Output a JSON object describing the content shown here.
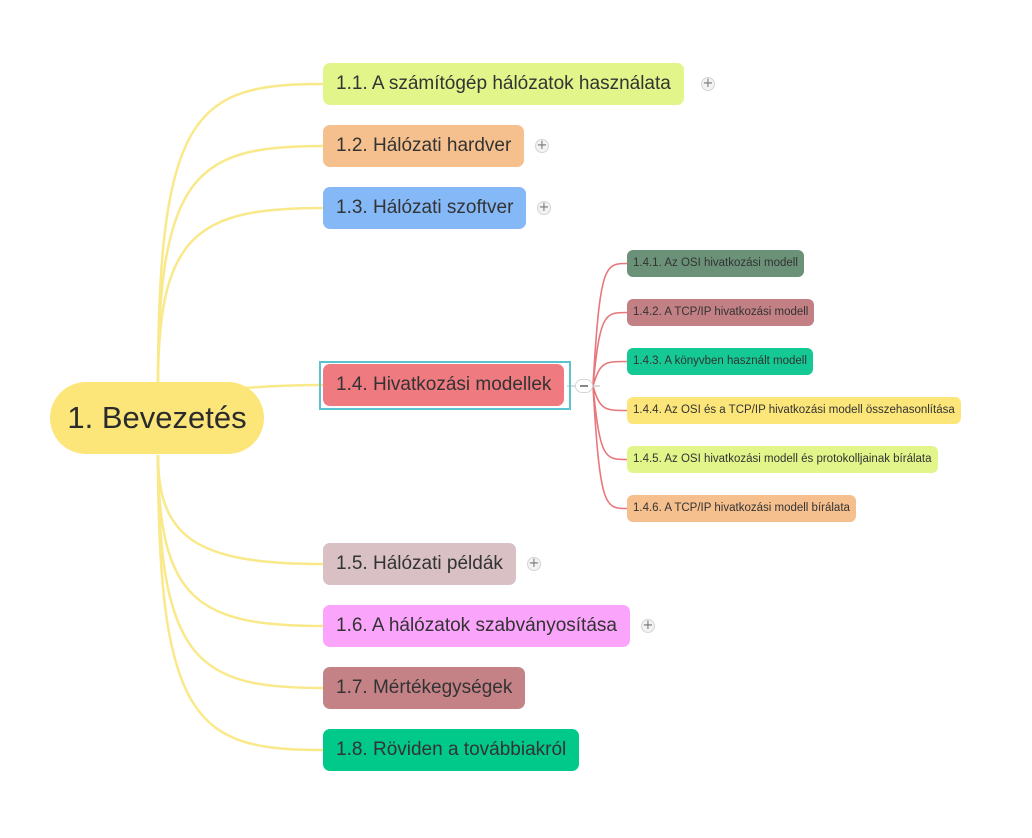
{
  "colors": {
    "root_branch": "#f9e98a",
    "sub_branch": "#e8777b",
    "selection": "#5ac3cf"
  },
  "root": {
    "label": "1. Bevezetés",
    "color": "#fce67a"
  },
  "topics": [
    {
      "label": "1.1. A számítógép hálózatok használata",
      "color": "#e2f58a",
      "collapsed": true
    },
    {
      "label": "1.2. Hálózati hardver",
      "color": "#f5c08e",
      "collapsed": true
    },
    {
      "label": "1.3. Hálózati szoftver",
      "color": "#85b8f7",
      "collapsed": true
    },
    {
      "label": "1.4. Hivatkozási modellek",
      "color": "#ef7a80",
      "collapsed": false,
      "selected": true,
      "children": [
        {
          "label": "1.4.1. Az OSI hivatkozási modell",
          "color": "#6b9278"
        },
        {
          "label": "1.4.2. A TCP/IP hivatkozási modell",
          "color": "#c28085"
        },
        {
          "label": "1.4.3. A könyvben használt modell",
          "color": "#14c994"
        },
        {
          "label": "1.4.4. Az OSI és a TCP/IP hivatkozási modell összehasonlítása",
          "color": "#fce67a"
        },
        {
          "label": "1.4.5. Az OSI hivatkozási modell és protokolljainak bírálata",
          "color": "#e2f58a"
        },
        {
          "label": "1.4.6. A TCP/IP hivatkozási modell bírálata",
          "color": "#f5c08e"
        }
      ]
    },
    {
      "label": "1.5. Hálózati példák",
      "color": "#d8c0c4",
      "collapsed": true
    },
    {
      "label": "1.6. A hálózatok szabványosítása",
      "color": "#fba4fb",
      "collapsed": true
    },
    {
      "label": "1.7. Mértékegységek",
      "color": "#c48287",
      "collapsed": false
    },
    {
      "label": "1.8. Röviden a továbbiakról",
      "color": "#00c98a",
      "collapsed": false
    }
  ]
}
